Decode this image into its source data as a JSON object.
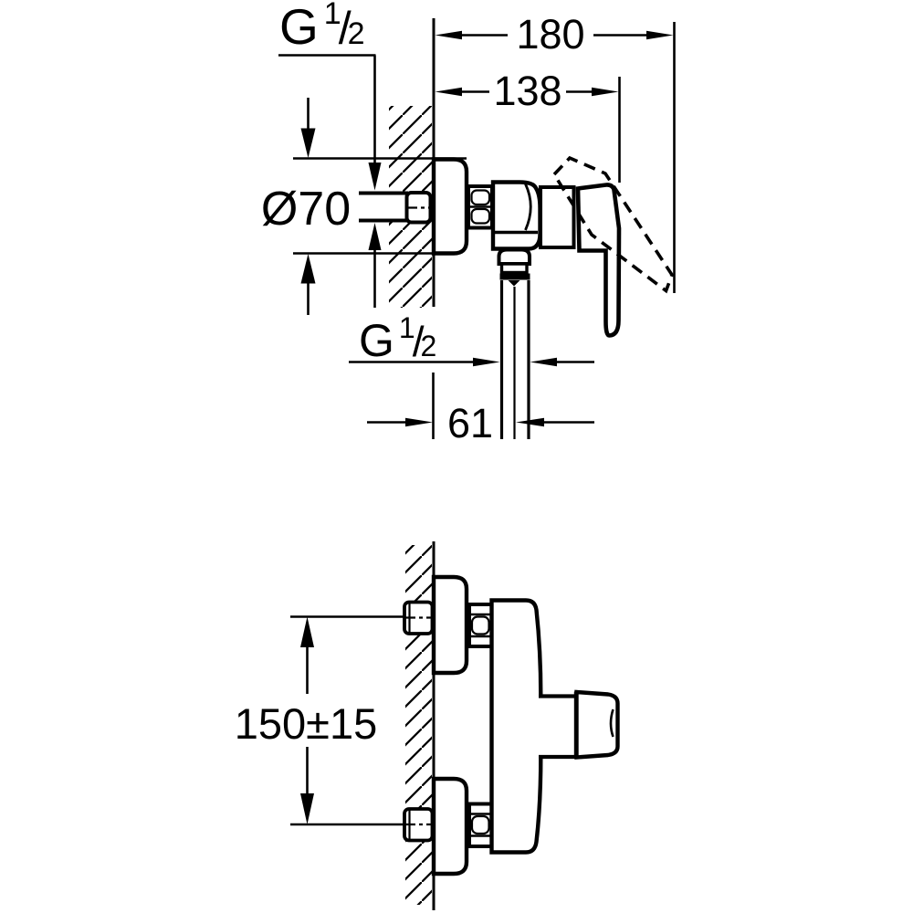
{
  "drawing": {
    "kind": "technical-dimension-drawing",
    "paper_color": "#ffffff",
    "ink_color": "#000000",
    "dimensions": {
      "total_depth": {
        "value": "180"
      },
      "depth_to_lever": {
        "value": "138"
      },
      "escutcheon_diameter": {
        "value": "Ø70"
      },
      "hose_outlet_offset": {
        "value": "61"
      },
      "connection_centers": {
        "value": "150±15"
      },
      "thread_top": {
        "g": "G",
        "num": "1",
        "slash": "/",
        "den": "2"
      },
      "thread_bottom": {
        "g": "G",
        "num": "1",
        "slash": "/",
        "den": "2"
      }
    }
  }
}
